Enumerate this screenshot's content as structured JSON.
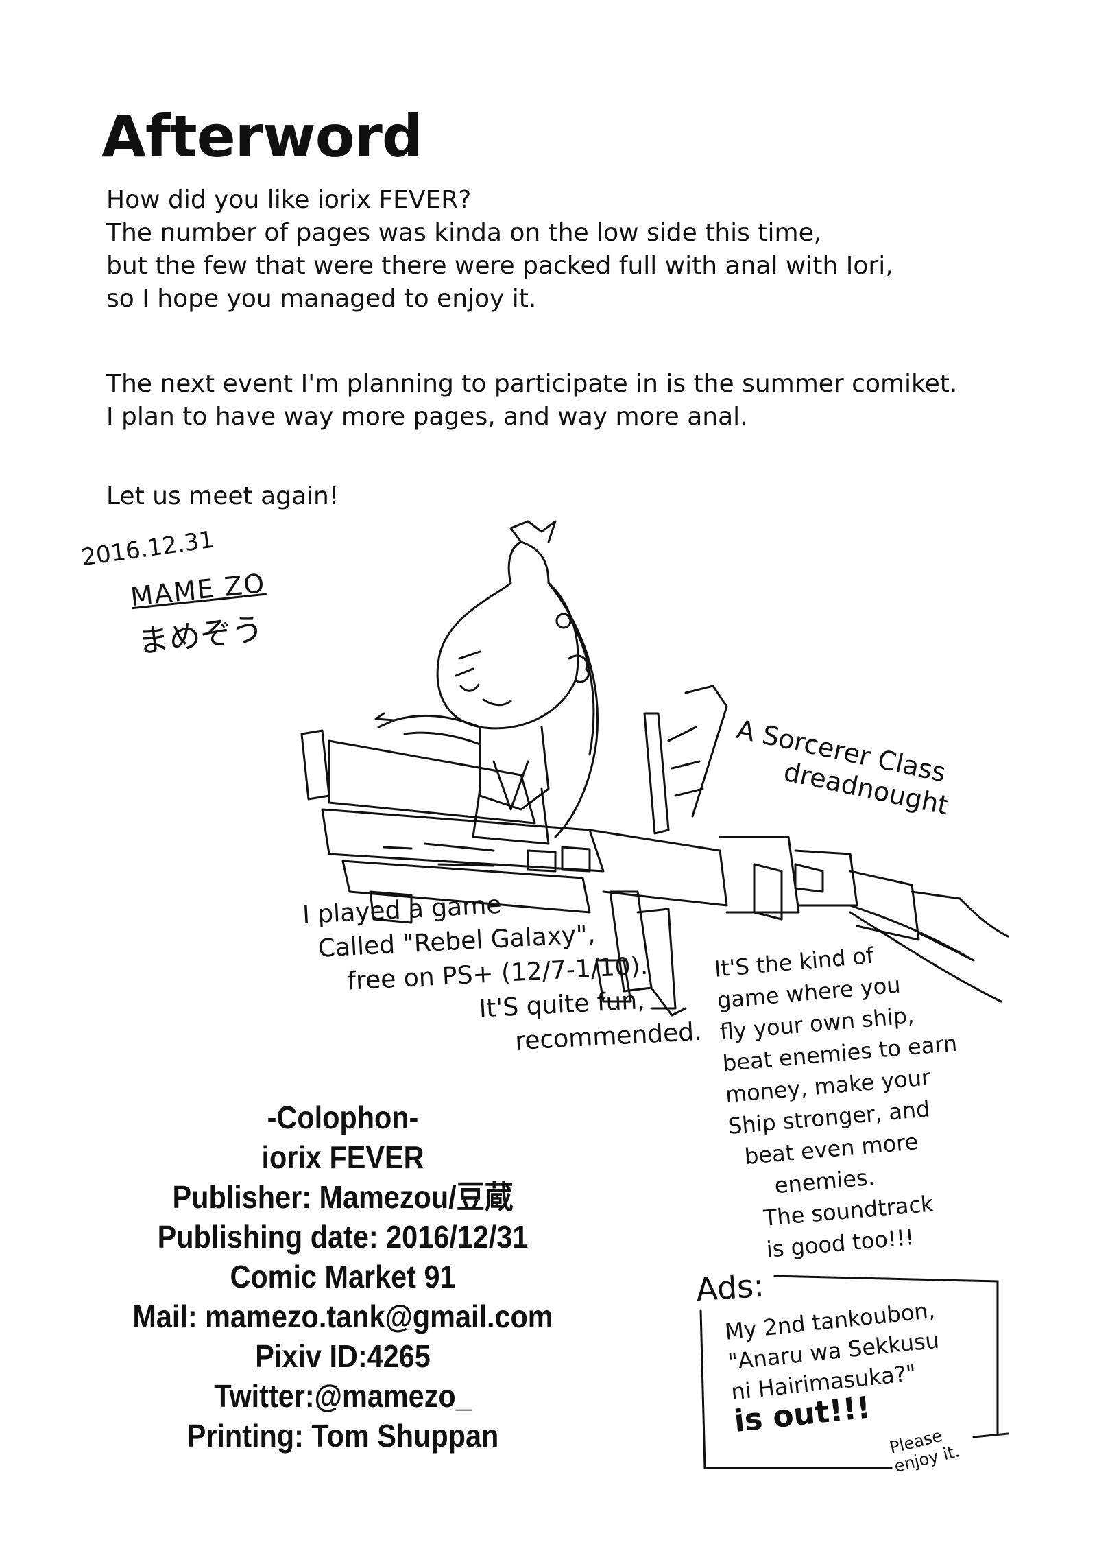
{
  "afterword": {
    "title": "Afterword",
    "paragraph1": [
      "How did you like iorix FEVER?",
      "The number of pages was kinda on the low side this time,",
      "but the few that were there were packed full with anal with Iori,",
      "so I hope you managed to enjoy it."
    ],
    "paragraph2": [
      "The next event I'm planning to participate in is the summer comiket.",
      "I plan to have way more pages, and way more anal."
    ],
    "closing": "Let us meet again!"
  },
  "signature": {
    "date": "2016.12.31",
    "name": "MAME ZO",
    "name_jp": "まめぞう"
  },
  "notes": {
    "ship_caption": [
      "A Sorcerer Class",
      "dreadnought"
    ],
    "game_note": [
      "I played a game",
      "Called \"Rebel Galaxy\",",
      "free on PS+ (12/7-1/10).",
      "It'S quite fun,",
      "recommended."
    ],
    "game_desc": [
      "It'S the kind of",
      "game where you",
      "fly your own ship,",
      "beat enemies to earn",
      "money, make your",
      "Ship stronger, and",
      "beat even more",
      "enemies.",
      "The soundtrack",
      "is good too!!!"
    ]
  },
  "colophon": {
    "heading": "-Colophon-",
    "title": "iorix FEVER",
    "publisher": "Publisher: Mamezou/豆蔵",
    "date": "Publishing date: 2016/12/31",
    "event": "Comic Market 91",
    "mail": "Mail: mamezo.tank@gmail.com",
    "pixiv": "Pixiv ID:4265",
    "twitter": "Twitter:@mamezo_",
    "printing": "Printing: Tom Shuppan"
  },
  "ads": {
    "label": "Ads:",
    "lines": [
      "My 2nd tankoubon,",
      "\"Anaru wa Sekkusu",
      "ni Hairimasuka?\"",
      "is out!!!"
    ],
    "footer": [
      "Please",
      "enjoy it."
    ]
  }
}
